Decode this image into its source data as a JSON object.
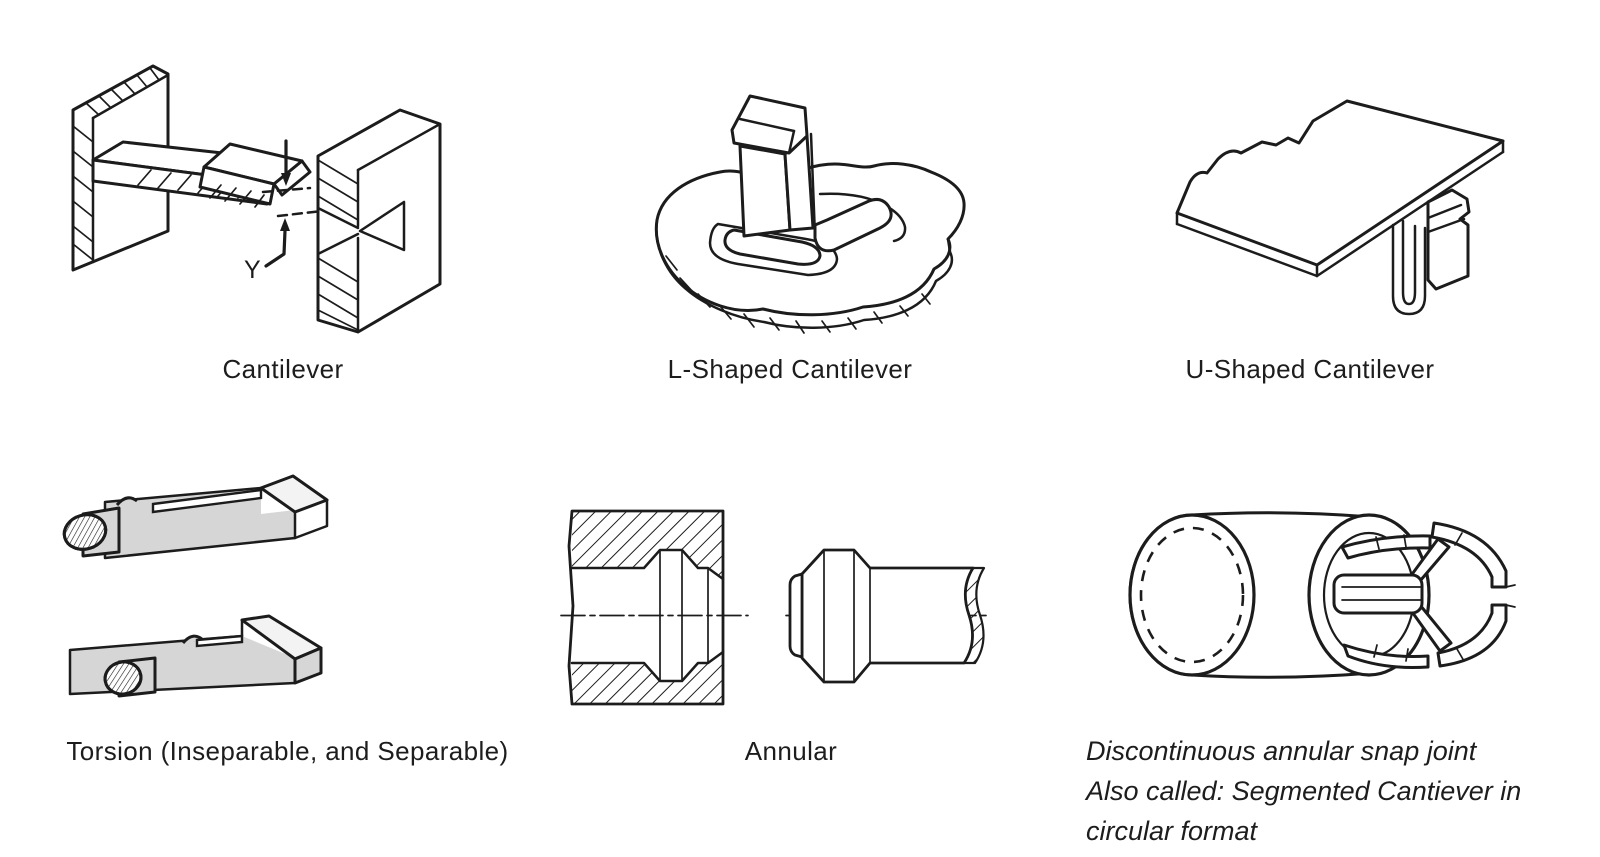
{
  "figures": [
    {
      "name": "cantilever",
      "label": "Cantilever",
      "annotation_y": "Y"
    },
    {
      "name": "l-shaped-cantilever",
      "label": "L-Shaped Cantilever"
    },
    {
      "name": "u-shaped-cantilever",
      "label": "U-Shaped Cantilever"
    },
    {
      "name": "torsion",
      "label": "Torsion (Inseparable, and Separable)"
    },
    {
      "name": "annular",
      "label": "Annular"
    },
    {
      "name": "discontinuous-annular",
      "label_lines": [
        "Discontinuous annular snap joint",
        "Also called: Segmented Cantiever in",
        "circular format"
      ]
    }
  ],
  "colors": {
    "background": "#ffffff",
    "line": "#1c1c1c",
    "metal_gray": "#d6d6d6",
    "text": "#1d1d1d"
  }
}
